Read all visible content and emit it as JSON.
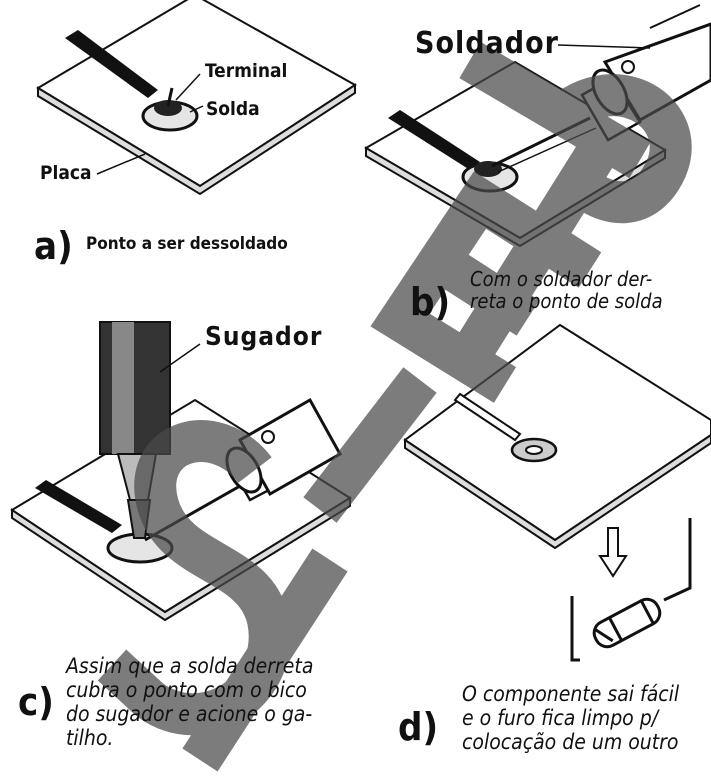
{
  "panel_a": {
    "letter": "a)",
    "caption": "Ponto a ser dessoldado",
    "label_terminal": "Terminal",
    "label_solda": "Solda",
    "label_placa": "Placa"
  },
  "panel_b": {
    "letter": "b)",
    "label_soldador": "Soldador",
    "caption_lines": [
      "Com o soldador der-",
      "reta o ponto de solda"
    ]
  },
  "panel_c": {
    "letter": "c)",
    "label_sugador": "Sugador",
    "caption_lines": [
      "Assim que a solda derreta",
      "cubra o ponto com o bico",
      "do sugador e acione o ga-",
      "tilho."
    ]
  },
  "panel_d": {
    "letter": "d)",
    "caption_lines": [
      "O componente sai fácil",
      "e o furo fica limpo p/",
      "colocação de um outro"
    ]
  },
  "watermark": {
    "color": "#000000",
    "style": "large gray diagonal stroke letters across the image"
  }
}
